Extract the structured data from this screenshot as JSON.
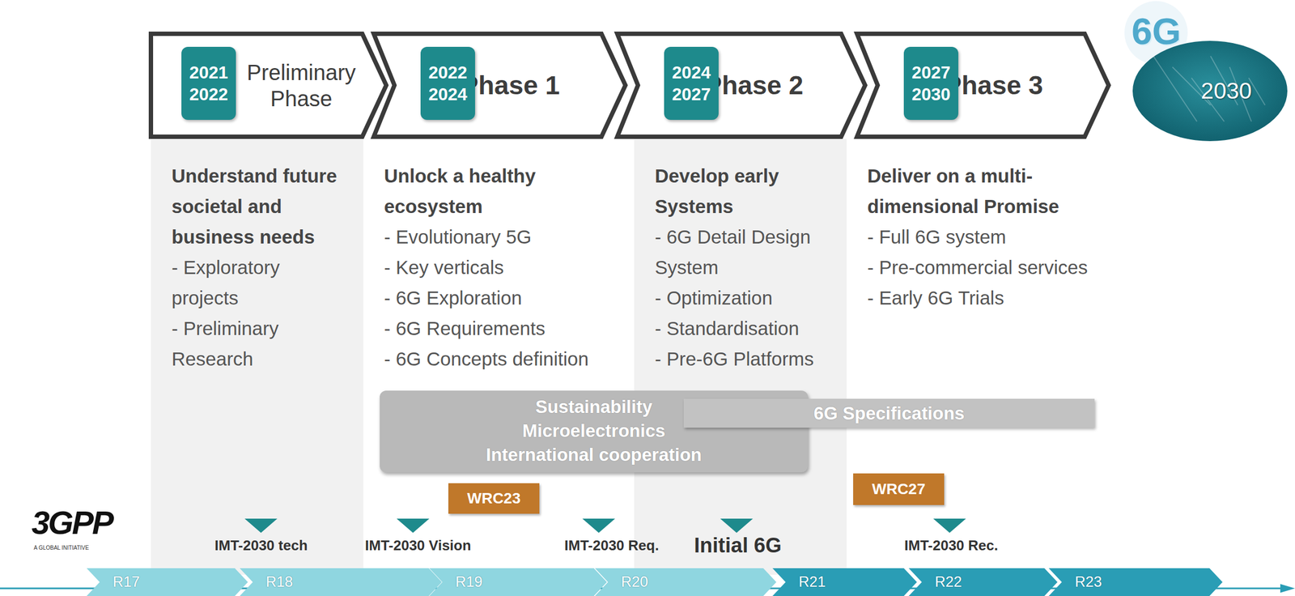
{
  "diagram": {
    "nodes": [
      {
        "text": [
          "Preliminary Phase"
        ]
      },
      {
        "text": [
          "2021 2022"
        ],
        "in": 0
      },
      {
        "text": [
          "Phase 1"
        ]
      },
      {
        "text": [
          "2022 2024"
        ],
        "in": 2
      },
      {
        "text": [
          "Phase 2"
        ]
      },
      {
        "text": [
          "2024 2027"
        ],
        "in": 4
      },
      {
        "text": [
          "Phase 3"
        ]
      },
      {
        "text": [
          "2027 2030"
        ],
        "in": 6
      },
      {
        "text": [
          "2030"
        ]
      },
      {
        "text": [
          "Understand future societal and business needs",
          "- Exploratory projects",
          "- Preliminary Research"
        ]
      },
      {
        "text": [
          "Unlock a healthy ecosystem",
          "- Evolutionary 5G",
          "- Key verticals",
          "- 6G Exploration",
          "- 6G Requirements",
          "- 6G Concepts definition"
        ]
      },
      {
        "text": [
          "Develop early Systems",
          "- 6G Detail Design System",
          "- Optimization",
          "- Standardisation",
          "- Pre-6G Platforms"
        ]
      },
      {
        "text": [
          "Deliver on a multi-dimensional Promise",
          "- Full 6G system",
          "- Pre-commercial services",
          "- Early 6G Trials"
        ]
      },
      {
        "text": [
          "Sustainability",
          "Microelectronics",
          "International cooperation"
        ]
      },
      {
        "text": [
          "6G Specifications"
        ]
      },
      {
        "text": [
          "WRC23"
        ]
      },
      {
        "text": [
          "WRC27"
        ]
      },
      {
        "text": [
          "R17"
        ]
      },
      {
        "text": [
          "R18"
        ]
      },
      {
        "text": [
          "R19"
        ]
      },
      {
        "text": [
          "R20"
        ]
      },
      {
        "text": [
          "R21"
        ]
      },
      {
        "text": [
          "R22"
        ]
      },
      {
        "text": [
          "R23"
        ]
      }
    ],
    "labels": [
      "6G",
      "3GPP",
      "A GLOBAL INITIATIVE",
      "IMT-2030 tech",
      "IMT-2030 Vision",
      "IMT-2030 Req.",
      "Initial 6G",
      "IMT-2030 Rec."
    ]
  }
}
